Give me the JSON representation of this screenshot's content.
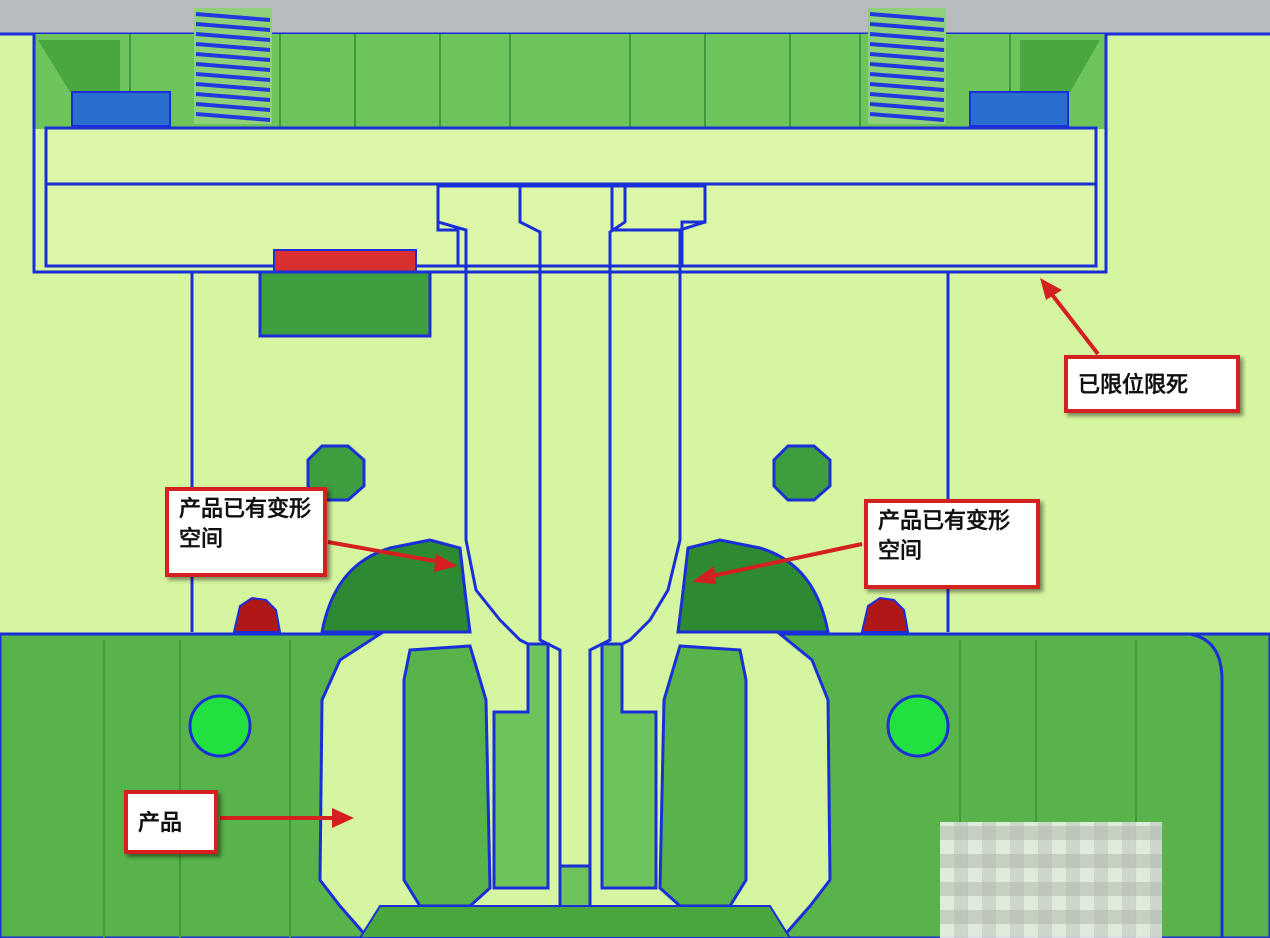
{
  "labels": {
    "limit": "已限位限死",
    "deform_left": "产品已有变形空间",
    "deform_right": "产品已有变形空间",
    "product": "产品"
  },
  "colors": {
    "background": "#d6f5a0",
    "top_plate": "#b8bbbf",
    "plate_light": "#dcf7a8",
    "outline": "#1a2fd8",
    "mold_dark": "#58b34a",
    "mold_darker": "#2e8a32",
    "pin_red": "#d83030",
    "pin_dark_red": "#b01818",
    "hole_green": "#22e040",
    "spring": "#2238e0",
    "block_blue": "#2a6fd0",
    "arrow": "#d42020"
  }
}
